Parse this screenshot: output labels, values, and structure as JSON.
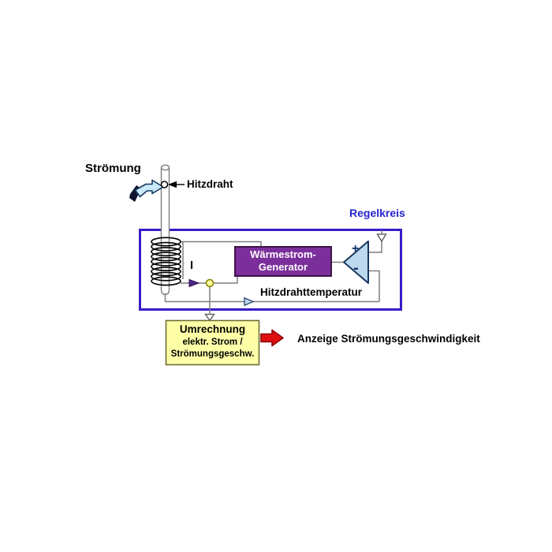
{
  "diagram": {
    "flow_label": "Strömung",
    "hot_wire_label": "Hitzdraht",
    "control_loop": {
      "title": "Regelkreis",
      "generator": {
        "line1": "Wärmestrom-",
        "line2": "Generator"
      },
      "comparator": {
        "plus": "+",
        "minus": "-"
      },
      "current_label": "I",
      "feedback_label": "Hitzdrahttemperatur"
    },
    "converter": {
      "line1": "Umrechnung",
      "line2": "elektr. Strom /",
      "line3": "Strömungsgeschw."
    },
    "output_label": "Anzeige Strömungsgeschwindigkeit"
  },
  "colors": {
    "loop_border": "#3a1cc8",
    "loop_title_text": "#2424ce",
    "generator_fill": "#7b2f9b",
    "generator_border": "#3f1148",
    "generator_text": "#ffffff",
    "opamp_fill": "#bcd9f0",
    "opamp_border": "#17365d",
    "converter_fill": "#ffffa8",
    "converter_border": "#6e6e3a",
    "display_arrow_fill": "#e01010",
    "display_arrow_border": "#8b0000",
    "flow_arrow_fill": "#c9ebf9",
    "flow_arrow_border": "#17365d",
    "flow_arrow_shadow": "#13132e",
    "wire": "#7f7f7f",
    "coil": "#000000",
    "current_arrow": "#4b2882",
    "node_fill": "#ffff9e",
    "node_border": "#7f7f00",
    "feedback_arrow_fill": "#bdd7ee"
  }
}
